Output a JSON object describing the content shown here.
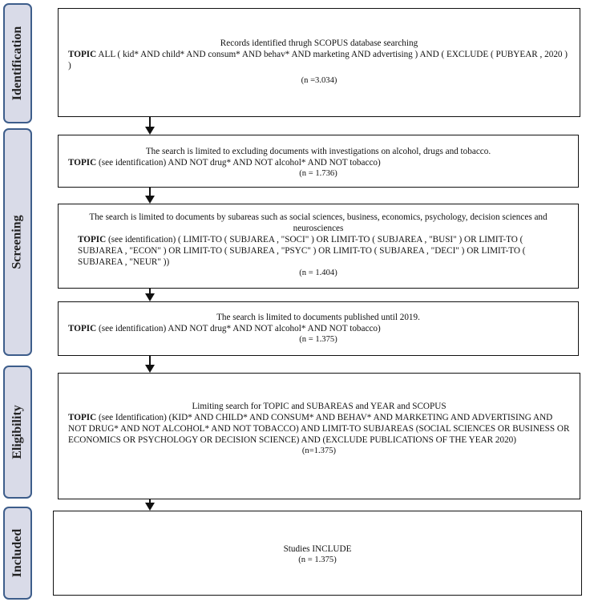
{
  "stages": [
    {
      "label": "Identification"
    },
    {
      "label": "Screening"
    },
    {
      "label": "Eligibility"
    },
    {
      "label": "Included"
    }
  ],
  "boxes": {
    "identification": {
      "heading": "Records identified thrugh SCOPUS database searching",
      "topic_keyword": "TOPIC",
      "query": " ALL ( kid* AND child* AND consum* AND behav* AND marketing AND advertising ) AND ( EXCLUDE ( PUBYEAR , 2020 ) )",
      "count": "(n =3.034)"
    },
    "screening1": {
      "heading": "The search is limited to excluding documents with investigations on alcohol, drugs and tobacco.",
      "topic_keyword": "TOPIC",
      "query": " (see identification) AND NOT drug* AND NOT alcohol* AND NOT tobacco)",
      "count": "(n = 1.736)"
    },
    "screening2": {
      "heading": "The search is limited to documents by subareas such as social sciences, business, economics, psychology, decision sciences and neurosciences",
      "topic_keyword": "TOPIC",
      "query": " (see identification) ( LIMIT-TO ( SUBJAREA , \"SOCI\" ) OR LIMIT-TO ( SUBJAREA , \"BUSI\" ) OR LIMIT-TO ( SUBJAREA , \"ECON\" ) OR LIMIT-TO ( SUBJAREA , \"PSYC\" ) OR LIMIT-TO ( SUBJAREA , \"DECI\" ) OR LIMIT-TO ( SUBJAREA , \"NEUR\" ))",
      "count": "(n = 1.404)"
    },
    "screening3": {
      "heading": "The search is limited to documents published until 2019.",
      "topic_keyword": "TOPIC",
      "query": " (see identification) AND NOT drug* AND NOT alcohol* AND NOT tobacco)",
      "count": "(n = 1.375)"
    },
    "eligibility": {
      "heading": "Limiting search for TOPIC and SUBAREAS and YEAR and SCOPUS",
      "topic_keyword": "TOPIC",
      "query": " (see Identification) (KID* AND CHILD* AND CONSUM* AND BEHAV* AND MARKETING AND ADVERTISING AND NOT DRUG* AND NOT ALCOHOL* AND NOT TOBACCO) AND LIMIT-TO SUBJAREAS (SOCIAL SCIENCES OR BUSINESS OR ECONOMICS OR PSYCHOLOGY OR DECISION SCIENCE) AND (EXCLUDE PUBLICATIONS OF THE YEAR 2020)",
      "count": "(n=1.375)"
    },
    "included": {
      "heading": "Studies INCLUDE",
      "count": "(n = 1.375)"
    }
  }
}
